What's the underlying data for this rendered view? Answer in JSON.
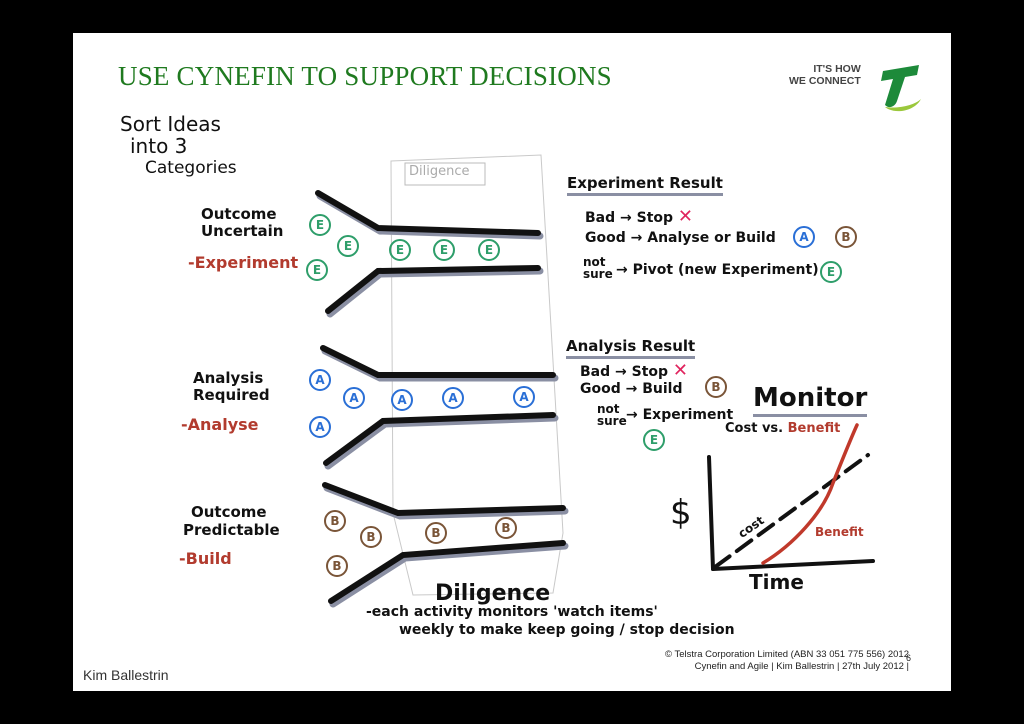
{
  "slide": {
    "title": "USE CYNEFIN TO SUPPORT DECISIONS",
    "tagline_line1": "IT'S HOW",
    "tagline_line2": "WE CONNECT",
    "copyright_line1": "© Telstra Corporation Limited (ABN 33 051 775 556) 2012",
    "copyright_line2": "Cynefin and Agile | Kim Ballestrin | 27th July 2012 |",
    "page_number": "6",
    "author": "Kim Ballestrin"
  },
  "colors": {
    "title_green": "#1f7a1f",
    "red_ink": "#b23b2e",
    "e_green": "#2e9e6a",
    "a_blue": "#2a6fd6",
    "b_brown": "#7a5538"
  },
  "diagram": {
    "heading_lines": [
      "Sort Ideas",
      "into 3",
      "Categories"
    ],
    "diligence_top_label": "Diligence",
    "categories": [
      {
        "line1": "Outcome",
        "line2": "Uncertain",
        "action": "-Experiment",
        "badge": "E"
      },
      {
        "line1": "Analysis",
        "line2": "Required",
        "action": "-Analyse",
        "badge": "A"
      },
      {
        "line1": "Outcome",
        "line2": "Predictable",
        "action": "-Build",
        "badge": "B"
      }
    ],
    "experiment_result": {
      "title": "Experiment Result",
      "bad": "Bad → Stop",
      "good": "Good → Analyse or Build",
      "not_sure_1": "not",
      "not_sure_2": "sure",
      "not_sure_outcome": "→ Pivot (new Experiment)",
      "cross": "✕"
    },
    "analysis_result": {
      "title": "Analysis Result",
      "bad": "Bad → Stop",
      "good": "Good → Build",
      "not_sure_1": "not",
      "not_sure_2": "sure",
      "not_sure_outcome": "→ Experiment",
      "cross": "✕"
    },
    "monitor": {
      "title": "Monitor",
      "subtitle_prefix": "Cost vs. ",
      "subtitle_benefit": "Benefit",
      "y_label": "$",
      "x_label": "Time",
      "cost_label": "cost",
      "benefit_label": "Benefit"
    },
    "diligence_bottom": {
      "title": "Diligence",
      "line1": "-each activity monitors 'watch items'",
      "line2": "weekly to make keep going / stop decision"
    }
  }
}
